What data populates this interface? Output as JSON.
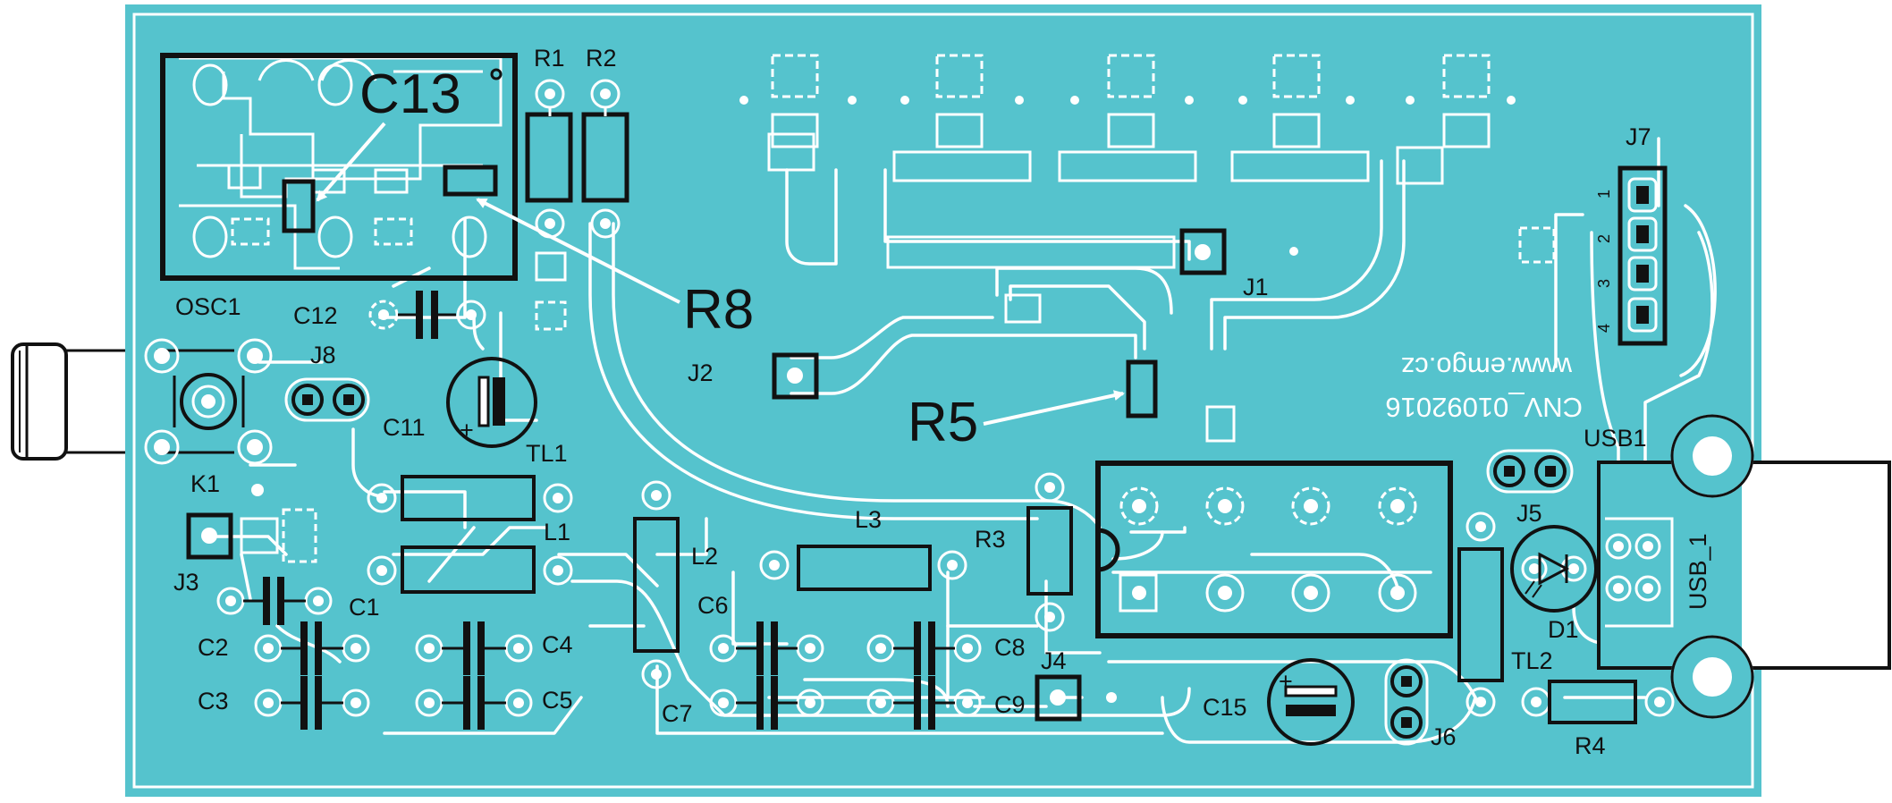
{
  "board": {
    "colors": {
      "substrate": "#55c3cd",
      "copper_line": "#ffffff",
      "silkscreen": "#111111",
      "background": "#ffffff"
    },
    "components": {
      "r1": "R1",
      "r2": "R2",
      "r3": "R3",
      "r4": "R4",
      "c1": "C1",
      "c2": "C2",
      "c3": "C3",
      "c4": "C4",
      "c5": "C5",
      "c6": "C6",
      "c7": "C7",
      "c8": "C8",
      "c9": "C9",
      "c11": "C11",
      "c12": "C12",
      "c15": "C15",
      "osc1": "OSC1",
      "k1": "K1",
      "j1": "J1",
      "j2": "J2",
      "j3": "J3",
      "j4": "J4",
      "j5": "J5",
      "j6": "J6",
      "j7": "J7",
      "j8": "J8",
      "l1": "L1",
      "l2": "L2",
      "l3": "L3",
      "tl1": "TL1",
      "tl2": "TL2",
      "d1": "D1",
      "usb1": "USB1",
      "usb_1": "USB_1"
    },
    "callouts": {
      "c13": "C13",
      "r8": "R8",
      "r5": "R5"
    },
    "j7_pins": [
      "1",
      "2",
      "3",
      "4"
    ],
    "polarity": {
      "c11": "+",
      "c15": "+"
    },
    "mirrored_text": {
      "url": "www.emgo.cz",
      "code": "CNV_01092016"
    }
  }
}
